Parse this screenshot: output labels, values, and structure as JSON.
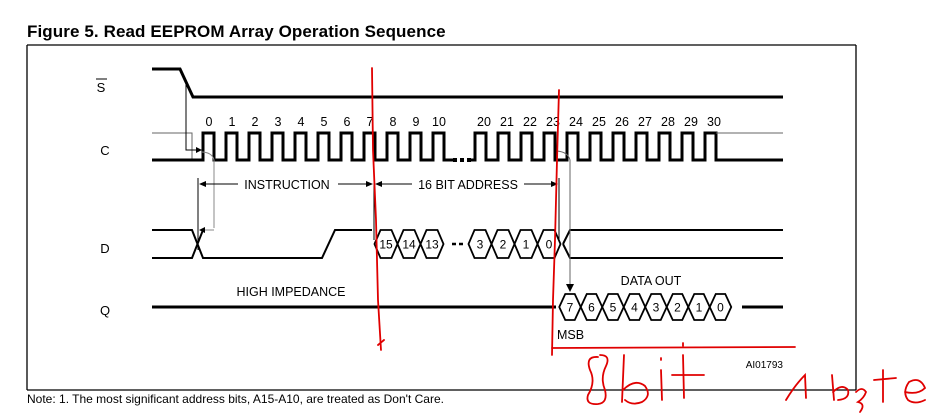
{
  "figure": {
    "title": "Figure 5. Read EEPROM Array Operation Sequence",
    "note": "Note: 1.  The most significant address bits, A15-A10, are treated as Don't Care.",
    "code": "AI01793"
  },
  "signals": [
    {
      "id": "S",
      "label": "S",
      "overbar": true
    },
    {
      "id": "C",
      "label": "C"
    },
    {
      "id": "D",
      "label": "D"
    },
    {
      "id": "Q",
      "label": "Q"
    }
  ],
  "clock_labels_first": [
    "0",
    "1",
    "2",
    "3",
    "4",
    "5",
    "6",
    "7",
    "8",
    "9",
    "10"
  ],
  "clock_labels_second": [
    "20",
    "21",
    "22",
    "23",
    "24",
    "25",
    "26",
    "27",
    "28",
    "29",
    "30"
  ],
  "annotations": {
    "instruction": "INSTRUCTION",
    "address": "16 BIT ADDRESS",
    "high_impedance": "HIGH IMPEDANCE",
    "data_out": "DATA OUT",
    "msb": "MSB"
  },
  "address_bits_first": [
    "15",
    "14",
    "13"
  ],
  "address_bits_last": [
    "3",
    "2",
    "1",
    "0"
  ],
  "data_bits": [
    "7",
    "6",
    "5",
    "4",
    "3",
    "2",
    "1",
    "0"
  ],
  "handwriting": {
    "label_a": "8bit",
    "label_b": "1byte",
    "color": "#e00000"
  }
}
